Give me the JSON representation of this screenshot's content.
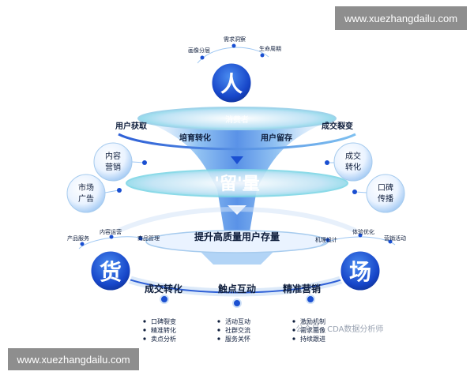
{
  "watermark_top": "www.xuezhangdailu.com",
  "watermark_bottom": "www.xuezhangdailu.com",
  "ren": {
    "char": "人",
    "tags": [
      "需求洞察",
      "画像分层",
      "生命周期"
    ]
  },
  "funnel": {
    "top_label": "消费者",
    "stage_labels": [
      "用户获取",
      "培育转化",
      "用户留存",
      "成交裂变"
    ],
    "left_bubbles": [
      "内容营销",
      "市场广告"
    ],
    "right_bubbles": [
      "成交转化",
      "口碑传播"
    ],
    "core_label": "'留'量",
    "core_tag": "提升高质量用户存量"
  },
  "huo": {
    "char": "货",
    "tags": [
      "产品服务",
      "内容运营",
      "商品管理"
    ]
  },
  "chang": {
    "char": "场",
    "tags": [
      "机理设计",
      "体验优化",
      "营销活动"
    ]
  },
  "bottom": {
    "stages": [
      "成交转化",
      "触点互动",
      "精准营销"
    ],
    "lists": [
      [
        "口碑裂变",
        "精准转化",
        "卖点分析"
      ],
      [
        "活动互动",
        "社群交流",
        "服务关怀"
      ],
      [
        "激励机制",
        "需求画像",
        "持续跟进"
      ]
    ]
  },
  "credit": "公众号 · CDA数据分析师",
  "colors": {
    "primary": "#1a4fd1",
    "light": "#7fb8f0",
    "cyan": "#7ee0e6",
    "text": "#0f1e3c"
  }
}
